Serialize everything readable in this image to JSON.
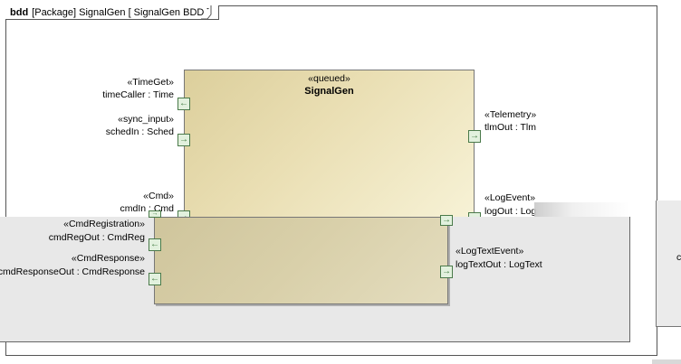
{
  "frame": {
    "keyword": "bdd",
    "title": "[Package] SignalGen [ SignalGen BDD ]"
  },
  "main_block": {
    "stereotype": "«queued»",
    "name": "SignalGen"
  },
  "ports_left": [
    {
      "stereotype": "«TimeGet»",
      "label": "timeCaller : Time",
      "arrow": "←"
    },
    {
      "stereotype": "«sync_input»",
      "label": "schedIn : Sched",
      "arrow": "→"
    },
    {
      "stereotype": "«Cmd»",
      "label": "cmdIn : Cmd",
      "arrow": "→"
    }
  ],
  "ports_right": [
    {
      "stereotype": "«Telemetry»",
      "label": "tlmOut : Tlm",
      "arrow": "→"
    },
    {
      "stereotype": "«LogEvent»",
      "label": "logOut : Log",
      "arrow": "→"
    }
  ],
  "overlay_ports_left": [
    {
      "stereotype": "«CmdRegistration»",
      "label": "cmdRegOut : CmdReg",
      "arrow": "←"
    },
    {
      "stereotype": "«CmdResponse»",
      "label": "cmdResponseOut : CmdResponse",
      "arrow": "←"
    }
  ],
  "overlay_ports_right": [
    {
      "stereotype": "«LogTextEvent»",
      "label": "logTextOut : LogText",
      "arrow": "→"
    }
  ],
  "right_panel_text": "c",
  "colors": {
    "block_fill_start": "#dccf9c",
    "block_fill_end": "#f7f2d6",
    "port_fill": "#e2f1de",
    "port_border": "#4a7a4a",
    "overlay_bg": "#e8e8e8"
  }
}
